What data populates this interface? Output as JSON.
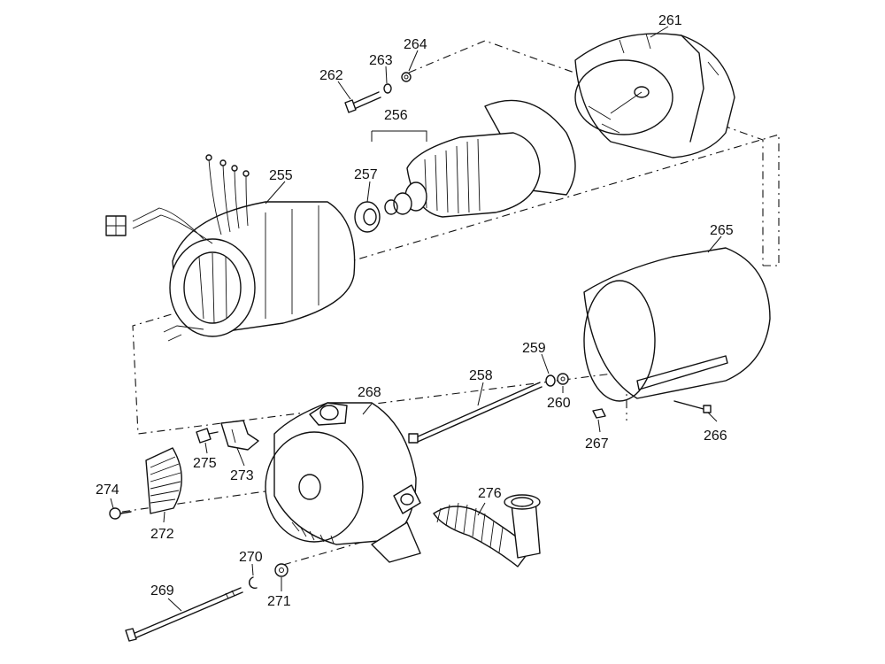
{
  "parts": [
    {
      "id": "p261",
      "label": "261"
    },
    {
      "id": "p262",
      "label": "262"
    },
    {
      "id": "p263",
      "label": "263"
    },
    {
      "id": "p264",
      "label": "264"
    },
    {
      "id": "p255",
      "label": "255"
    },
    {
      "id": "p256",
      "label": "256"
    },
    {
      "id": "p257",
      "label": "257"
    },
    {
      "id": "p265",
      "label": "265"
    },
    {
      "id": "p259",
      "label": "259"
    },
    {
      "id": "p258",
      "label": "258"
    },
    {
      "id": "p260",
      "label": "260"
    },
    {
      "id": "p268",
      "label": "268"
    },
    {
      "id": "p267",
      "label": "267"
    },
    {
      "id": "p266",
      "label": "266"
    },
    {
      "id": "p275",
      "label": "275"
    },
    {
      "id": "p273",
      "label": "273"
    },
    {
      "id": "p274",
      "label": "274"
    },
    {
      "id": "p272",
      "label": "272"
    },
    {
      "id": "p276",
      "label": "276"
    },
    {
      "id": "p270",
      "label": "270"
    },
    {
      "id": "p269",
      "label": "269"
    },
    {
      "id": "p271",
      "label": "271"
    }
  ]
}
